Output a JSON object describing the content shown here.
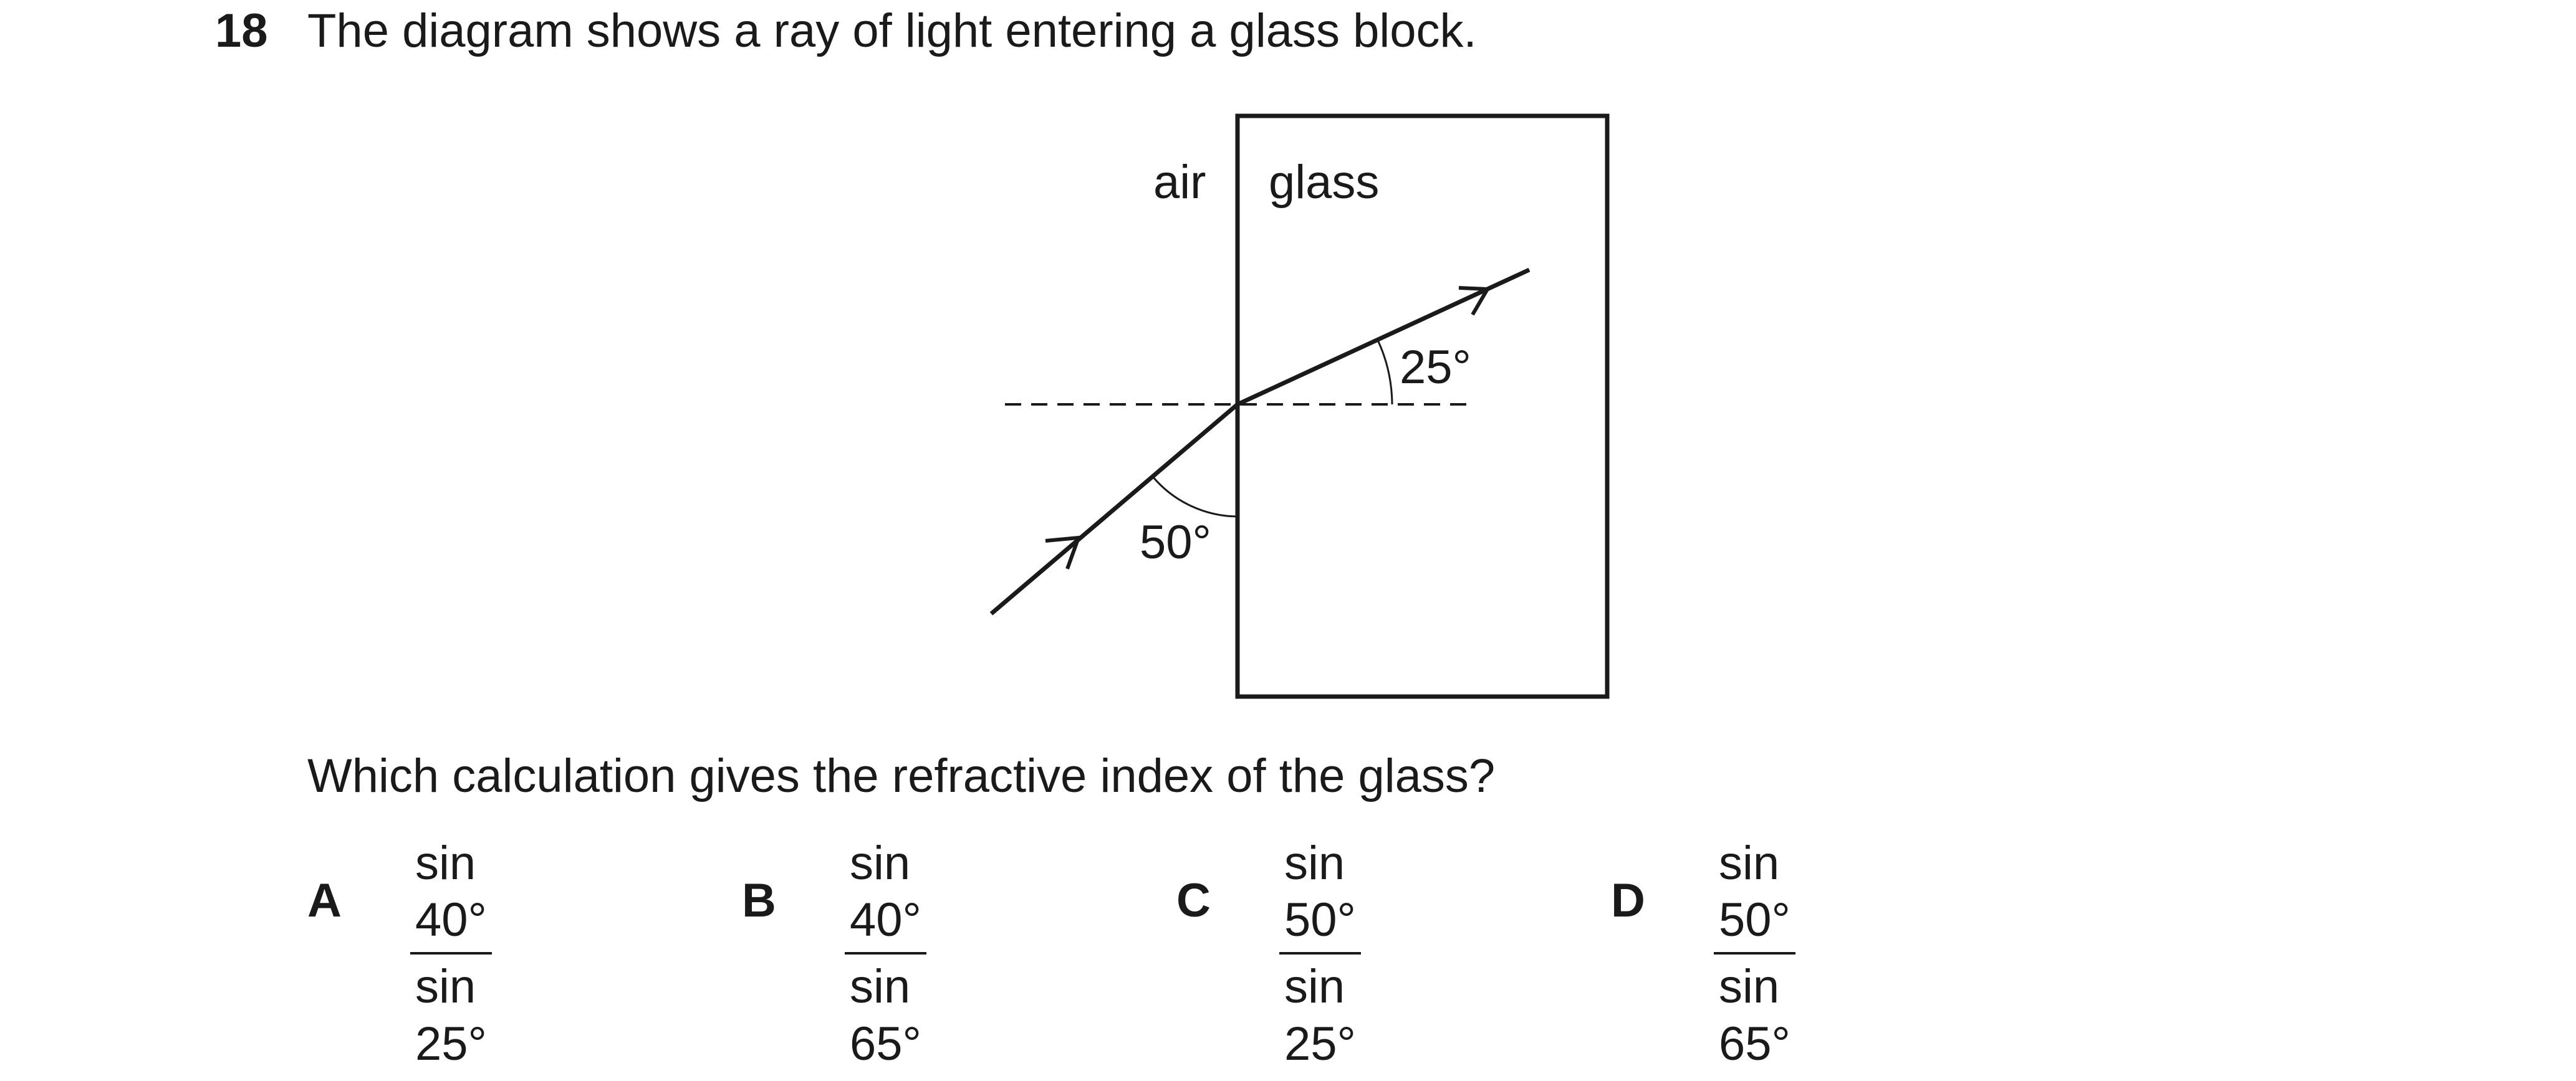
{
  "question": {
    "number": "18",
    "text": "The diagram shows a ray of light entering a glass block.",
    "prompt": "Which calculation gives the refractive index of the glass?"
  },
  "diagram": {
    "label_air": "air",
    "label_glass": "glass",
    "angle_incidence_label": "50°",
    "angle_refraction_label": "25°"
  },
  "options": [
    {
      "letter": "A",
      "numerator": "sin 40°",
      "denominator": "sin 25°"
    },
    {
      "letter": "B",
      "numerator": "sin 40°",
      "denominator": "sin 65°"
    },
    {
      "letter": "C",
      "numerator": "sin 50°",
      "denominator": "sin 25°"
    },
    {
      "letter": "D",
      "numerator": "sin 50°",
      "denominator": "sin 65°"
    }
  ]
}
